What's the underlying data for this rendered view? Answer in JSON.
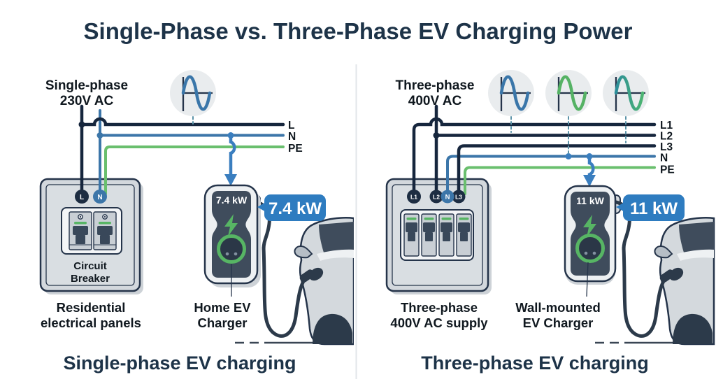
{
  "title": "Single-Phase vs. Three-Phase EV Charging Power",
  "left": {
    "source_label_line1": "Single-phase",
    "source_label_line2": "230V AC",
    "wire_labels": {
      "l": "L",
      "n": "N",
      "pe": "PE"
    },
    "panel": {
      "terminal_l": "L",
      "terminal_n": "N",
      "inner_label_line1": "Circuit",
      "inner_label_line2": "Breaker",
      "caption_line1": "Residential",
      "caption_line2": "electrical panels"
    },
    "charger": {
      "power_display": "7.4 kW",
      "badge": "7.4 kW",
      "label_line1": "Home EV",
      "label_line2": "Charger"
    },
    "caption": "Single-phase EV charging"
  },
  "right": {
    "source_label_line1": "Three-phase",
    "source_label_line2": "400V AC",
    "wire_labels": {
      "l1": "L1",
      "l2": "L2",
      "l3": "L3",
      "n": "N",
      "pe": "PE"
    },
    "panel": {
      "terminal_l1": "L1",
      "terminal_l2": "L2",
      "terminal_n": "N",
      "terminal_l3": "L3",
      "caption_line1": "Three-phase",
      "caption_line2": "400V AC supply"
    },
    "charger": {
      "power_display": "11 kW",
      "badge": "11 kW",
      "label_line1": "Wall-mounted",
      "label_line2": "EV Charger"
    },
    "caption": "Three-phase EV charging"
  },
  "icons": {
    "waveform": "sine-wave-icon",
    "charger_bolt": "lightning-bolt-icon"
  },
  "colors": {
    "title_text": "#1d3348",
    "body_text": "#10181f",
    "line_wire_dark": "#16263d",
    "neutral_wire_blue": "#3c76a9",
    "pe_wire_green": "#6abf6e",
    "accent_green": "#57b564",
    "callout_blue": "#2e7cc0",
    "panel_fill": "#d3d8dd",
    "charger_face": "#3f4c5c",
    "waveform_teal": "#2c8d99"
  }
}
